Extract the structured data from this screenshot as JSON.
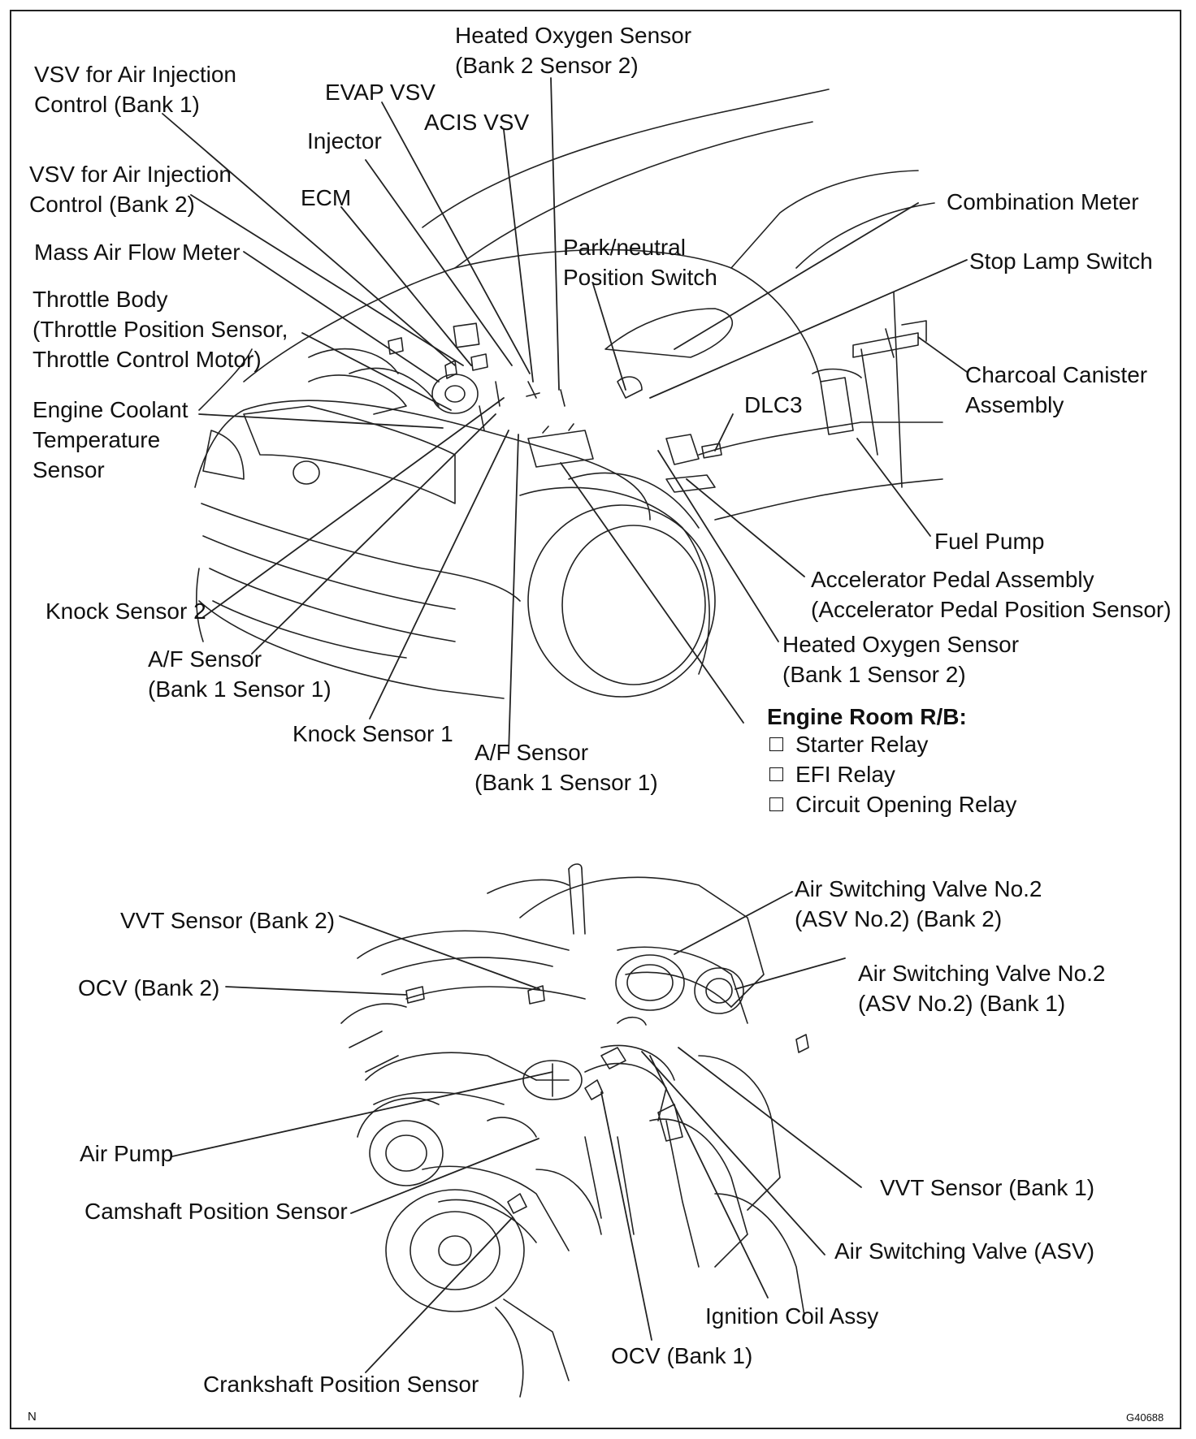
{
  "car_labels": {
    "vsv_air_inj_b1": [
      "VSV for Air Injection",
      "Control (Bank 1)"
    ],
    "heated_o2_b2s2": [
      "Heated Oxygen Sensor",
      "(Bank 2 Sensor 2)"
    ],
    "evap_vsv": "EVAP VSV",
    "acis_vsv": "ACIS VSV",
    "injector": "Injector",
    "vsv_air_inj_b2": [
      "VSV for Air Injection",
      "Control (Bank 2)"
    ],
    "ecm": "ECM",
    "combination_meter": "Combination Meter",
    "mass_air_flow": "Mass Air Flow Meter",
    "park_neutral": [
      "Park/neutral",
      "Position Switch"
    ],
    "stop_lamp": "Stop Lamp Switch",
    "throttle_body": [
      "Throttle Body",
      "(Throttle Position Sensor,",
      "Throttle Control Motor)"
    ],
    "charcoal_canister": [
      "Charcoal Canister",
      "Assembly"
    ],
    "dlc3": "DLC3",
    "coolant_temp": [
      "Engine Coolant",
      "Temperature",
      "Sensor"
    ],
    "fuel_pump": "Fuel Pump",
    "accel_pedal": [
      "Accelerator Pedal Assembly",
      "(Accelerator Pedal Position Sensor)"
    ],
    "knock_2": "Knock Sensor 2",
    "af_sensor_left": [
      "A/F Sensor",
      "(Bank 1 Sensor 1)"
    ],
    "heated_o2_b1s2": [
      "Heated Oxygen Sensor",
      "(Bank 1 Sensor 2)"
    ],
    "knock_1": "Knock Sensor 1",
    "af_sensor_bottom": [
      "A/F Sensor",
      "(Bank 1 Sensor 1)"
    ]
  },
  "relay_box": {
    "title": "Engine Room R/B:",
    "items": [
      "Starter Relay",
      "EFI Relay",
      "Circuit Opening Relay"
    ]
  },
  "engine_labels": {
    "vvt_b2": "VVT Sensor (Bank 2)",
    "asv2_b2": [
      "Air Switching Valve No.2",
      "(ASV No.2) (Bank 2)"
    ],
    "ocv_b2": "OCV (Bank 2)",
    "asv2_b1": [
      "Air Switching Valve No.2",
      "(ASV No.2) (Bank 1)"
    ],
    "air_pump": "Air Pump",
    "vvt_b1": "VVT Sensor (Bank 1)",
    "camshaft": "Camshaft Position Sensor",
    "asv": "Air Switching Valve (ASV)",
    "ignition_coil": "Ignition Coil Assy",
    "ocv_b1": "OCV (Bank 1)",
    "crankshaft": "Crankshaft Position Sensor"
  },
  "corner": {
    "left": "N",
    "right": "G40688"
  }
}
